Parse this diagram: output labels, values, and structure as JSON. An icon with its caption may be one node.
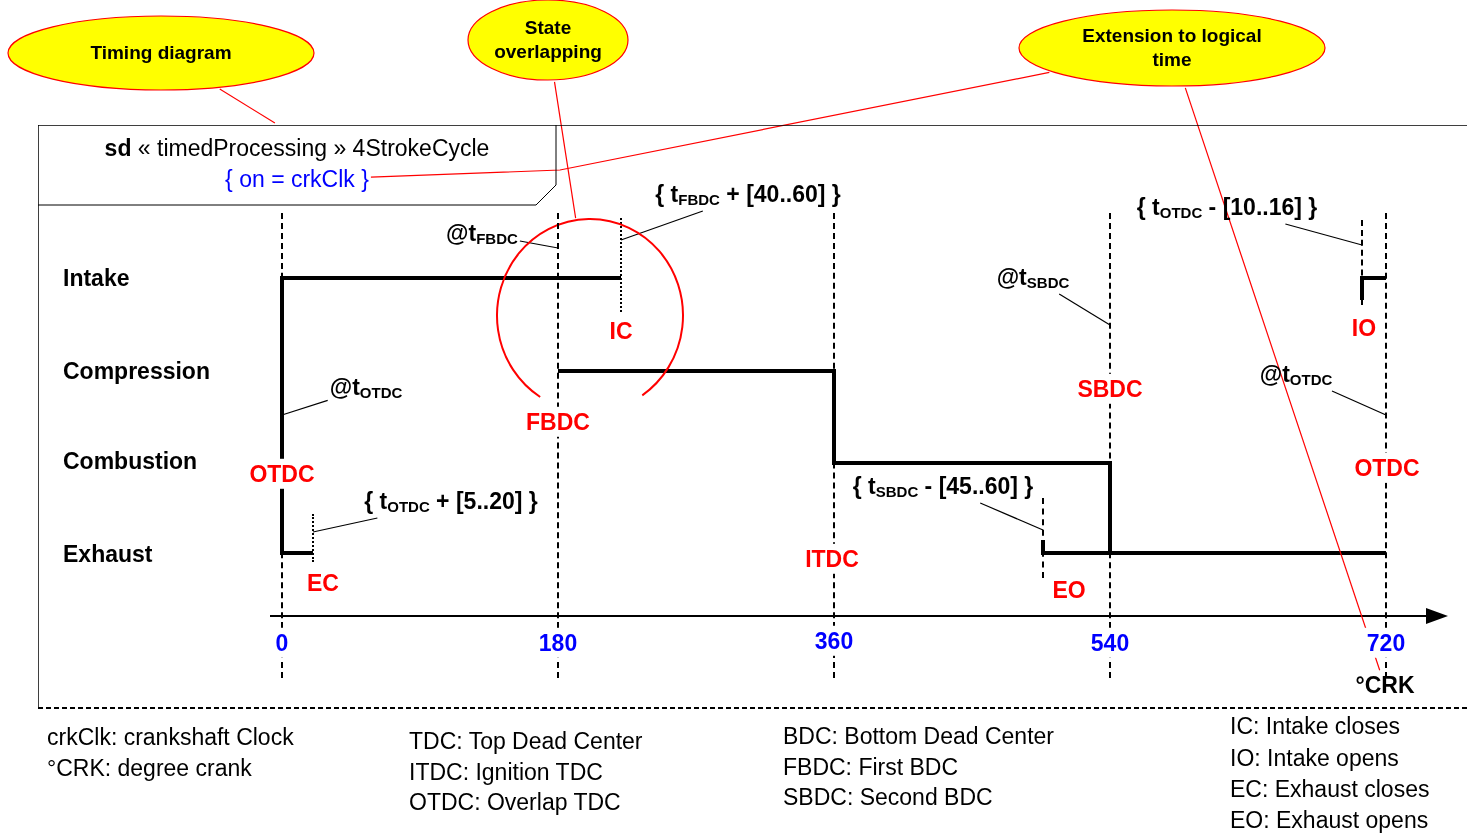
{
  "diagram": {
    "nodes": [
      {
        "text": [
          "Timing diagram"
        ]
      },
      {
        "text": [
          "State overlapping"
        ]
      },
      {
        "text": [
          "Extension to logical time"
        ]
      },
      {
        "text": [
          "**sd** « timedProcessing » 4StrokeCycle"
        ]
      },
      {
        "text": [
          "{ on = crkClk }"
        ],
        "in": 3
      },
      {
        "text": [],
        "shape": "circle",
        "in": 3
      },
      {
        "text": [
          "@t$_{FBDC}$"
        ],
        "in": 3
      },
      {
        "text": [
          "{ t$_{FBDC}$ + [40..60] }"
        ],
        "in": 3
      },
      {
        "text": [
          "@t$_{OTDC}$"
        ],
        "in": 3
      },
      {
        "text": [
          "{ t$_{OTDC}$ + [5..20] }"
        ],
        "in": 3
      },
      {
        "text": [
          "@t$_{SBDC}$"
        ],
        "in": 3
      },
      {
        "text": [
          "{ t$_{OTDC}$ - [10..16] }"
        ],
        "in": 3
      },
      {
        "text": [
          "@t$_{OTDC}$"
        ],
        "in": 3
      },
      {
        "text": [
          "{ t$_{SBDC}$ - [45..60] }"
        ],
        "in": 3
      },
      {
        "text": [
          "°CRK"
        ],
        "in": 3
      },
      {
        "text": [],
        "shape": "bar",
        "in": 3
      },
      {
        "text": [],
        "shape": "bar",
        "in": 3
      },
      {
        "text": [],
        "shape": "bar",
        "in": 3
      },
      {
        "text": [],
        "shape": "bar",
        "in": 5
      },
      {
        "text": [],
        "shape": "bar",
        "in": 3
      },
      {
        "text": [],
        "shape": "bar",
        "in": 3
      },
      {
        "text": [],
        "shape": "bar",
        "in": 3
      },
      {
        "text": [],
        "shape": "bar",
        "in": 3
      },
      {
        "text": [],
        "shape": "bar",
        "in": 3
      }
    ],
    "edges": [
      {
        "from": 0,
        "to": 3,
        "arrow": "none",
        "color": "#ff0000"
      },
      {
        "from": 1,
        "to": 5,
        "arrow": "none",
        "color": "#ff0000"
      },
      {
        "from": 2,
        "to": 4,
        "arrow": "none",
        "color": "#ff0000"
      },
      {
        "from": 2,
        "to": 14,
        "arrow": "none",
        "color": "#ff0000"
      },
      {
        "from": 6,
        "to": 17,
        "arrow": "none"
      },
      {
        "from": 7,
        "to": 18,
        "arrow": "none"
      },
      {
        "from": 8,
        "to": 15,
        "arrow": "none"
      },
      {
        "from": 9,
        "to": 16,
        "arrow": "none"
      },
      {
        "from": 10,
        "to": 21,
        "arrow": "none"
      },
      {
        "from": 11,
        "to": 22,
        "arrow": "none"
      },
      {
        "from": 12,
        "to": 23,
        "arrow": "none"
      },
      {
        "from": 13,
        "to": 20,
        "arrow": "none"
      }
    ],
    "labels": [
      "Intake",
      "IC",
      "IO",
      "Compression",
      "SBDC",
      "FBDC",
      "Combustion",
      "OTDC",
      "OTDC",
      "Exhaust",
      "ITDC",
      "EC",
      "EO",
      "0",
      "180",
      "360",
      "540",
      "720",
      "crkClk: crankshaft Clock",
      "°CRK: degree crank",
      "TDC: Top Dead Center",
      "ITDC: Ignition TDC",
      "OTDC: Overlap TDC",
      "BDC: Bottom Dead Center",
      "FBDC: First BDC",
      "SBDC: Second BDC",
      "IC: Intake closes",
      "IO: Intake opens",
      "EC: Exhaust closes",
      "EO: Exhaust opens"
    ]
  }
}
